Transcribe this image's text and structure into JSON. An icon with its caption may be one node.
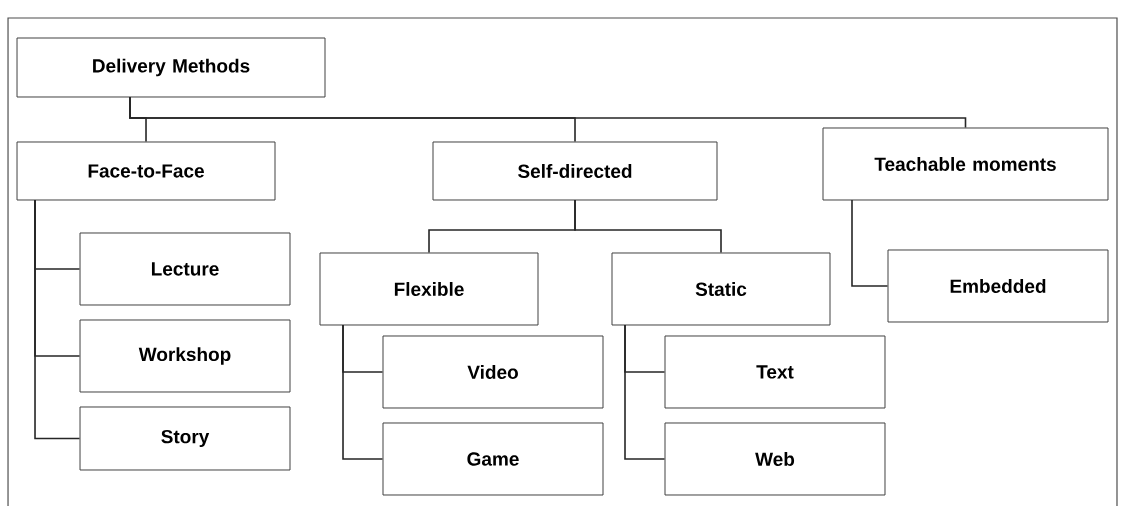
{
  "diagram": {
    "nodes": [
      {
        "text": [
          "Delivery Methods"
        ]
      },
      {
        "text": [
          "Face-to-Face"
        ]
      },
      {
        "text": [
          "Self-directed"
        ]
      },
      {
        "text": [
          "Teachable moments"
        ]
      },
      {
        "text": [
          "Lecture"
        ]
      },
      {
        "text": [
          "Workshop"
        ]
      },
      {
        "text": [
          "Story"
        ]
      },
      {
        "text": [
          "Flexible"
        ]
      },
      {
        "text": [
          "Static"
        ]
      },
      {
        "text": [
          "Embedded"
        ]
      },
      {
        "text": [
          "Video"
        ]
      },
      {
        "text": [
          "Game"
        ]
      },
      {
        "text": [
          "Text"
        ]
      },
      {
        "text": [
          "Web"
        ]
      }
    ],
    "edges": [
      {
        "from": 0,
        "to": 1,
        "arrow": "none"
      },
      {
        "from": 0,
        "to": 2,
        "arrow": "none"
      },
      {
        "from": 0,
        "to": 3,
        "arrow": "none"
      },
      {
        "from": 1,
        "to": 4,
        "arrow": "none"
      },
      {
        "from": 1,
        "to": 5,
        "arrow": "none"
      },
      {
        "from": 1,
        "to": 6,
        "arrow": "none"
      },
      {
        "from": 2,
        "to": 7,
        "arrow": "none"
      },
      {
        "from": 2,
        "to": 8,
        "arrow": "none"
      },
      {
        "from": 3,
        "to": 9,
        "arrow": "none"
      },
      {
        "from": 7,
        "to": 10,
        "arrow": "none"
      },
      {
        "from": 7,
        "to": 11,
        "arrow": "none"
      },
      {
        "from": 8,
        "to": 12,
        "arrow": "none"
      },
      {
        "from": 8,
        "to": 13,
        "arrow": "none"
      }
    ]
  }
}
